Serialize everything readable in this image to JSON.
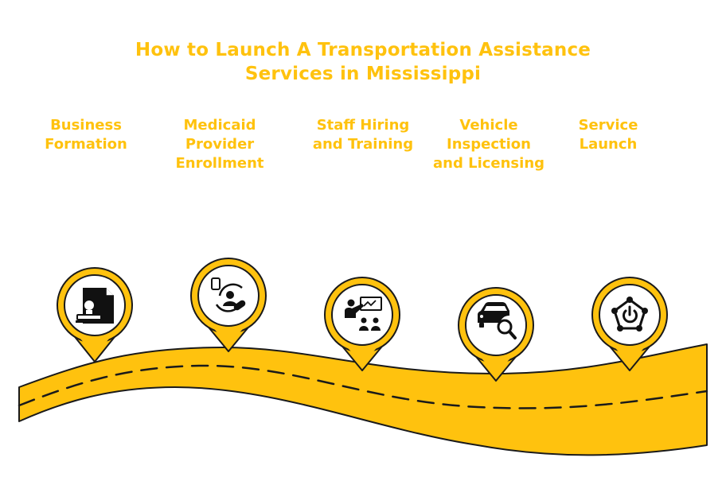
{
  "title": {
    "line1": "How to Launch A Transportation Assistance",
    "line2": "Services in Mississippi"
  },
  "colors": {
    "accent": "#FFC20E",
    "outline": "#1a1a1a",
    "pin_fill": "#ffffff"
  },
  "steps": [
    {
      "label": "Business Formation",
      "icon": "stamp-document-icon"
    },
    {
      "label": "Medicaid Provider Enrollment",
      "icon": "patient-medication-icon"
    },
    {
      "label": "Staff Hiring and Training",
      "icon": "presentation-training-icon"
    },
    {
      "label": "Vehicle Inspection and Licensing",
      "icon": "car-inspection-icon"
    },
    {
      "label": "Service Launch",
      "icon": "launch-network-icon"
    }
  ]
}
